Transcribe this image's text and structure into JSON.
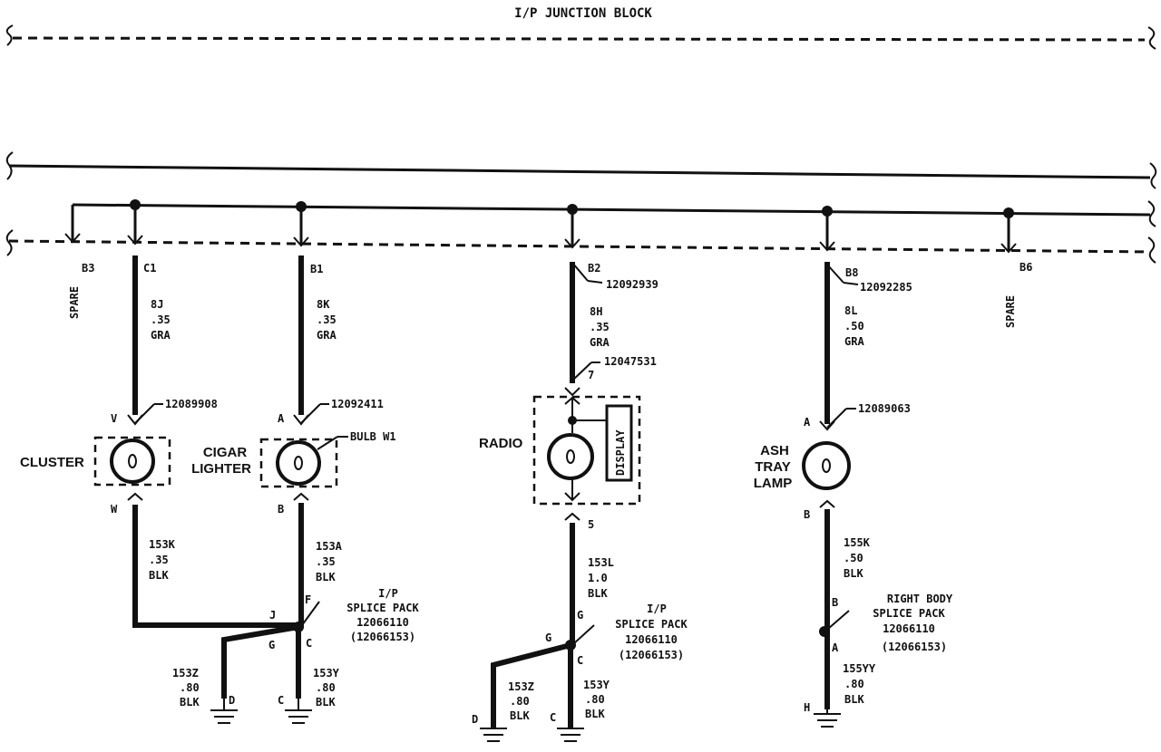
{
  "header": {
    "title": "I/P JUNCTION BLOCK"
  },
  "terminals": {
    "b3": "B3",
    "c1": "C1",
    "b1": "B1",
    "b2": "B2",
    "b8": "B8",
    "b6": "B6",
    "spare_left": "SPARE",
    "spare_right": "SPARE"
  },
  "part_numbers": {
    "b2_conn": "12092939",
    "b8_conn": "12092285",
    "radio_conn": "12047531",
    "cluster_conn": "12089908",
    "cigar_conn": "12092411",
    "ash_conn": "12089063"
  },
  "wires": {
    "c1": {
      "circuit": "8J",
      "gauge": ".35",
      "color": "GRA"
    },
    "b1": {
      "circuit": "8K",
      "gauge": ".35",
      "color": "GRA"
    },
    "b2": {
      "circuit": "8H",
      "gauge": ".35",
      "color": "GRA"
    },
    "b8": {
      "circuit": "8L",
      "gauge": ".50",
      "color": "GRA"
    },
    "cluster_out": {
      "circuit": "153K",
      "gauge": ".35",
      "color": "BLK"
    },
    "cigar_out": {
      "circuit": "153A",
      "gauge": ".35",
      "color": "BLK"
    },
    "radio_out": {
      "circuit": "153L",
      "gauge": "1.0",
      "color": "BLK"
    },
    "ash_out": {
      "circuit": "155K",
      "gauge": ".50",
      "color": "BLK"
    },
    "left_g_d": {
      "circuit": "153Z",
      "gauge": ".80",
      "color": "BLK"
    },
    "left_g_c": {
      "circuit": "153Y",
      "gauge": ".80",
      "color": "BLK"
    },
    "mid_g_d": {
      "circuit": "153Z",
      "gauge": ".80",
      "color": "BLK"
    },
    "mid_g_c": {
      "circuit": "153Y",
      "gauge": ".80",
      "color": "BLK"
    },
    "right_g": {
      "circuit": "155YY",
      "gauge": ".80",
      "color": "BLK"
    }
  },
  "components": {
    "cluster": {
      "label": "CLUSTER",
      "pin_in": "V",
      "pin_out": "W"
    },
    "cigar": {
      "label_line1": "CIGAR",
      "label_line2": "LIGHTER",
      "pin_in": "A",
      "pin_out": "B",
      "bulb": "BULB W1"
    },
    "radio": {
      "label": "RADIO",
      "display": "DISPLAY",
      "pin_in": "7",
      "pin_out": "5"
    },
    "ash": {
      "label_line1": "ASH",
      "label_line2": "TRAY",
      "label_line3": "LAMP",
      "pin_in": "A",
      "pin_out": "B"
    }
  },
  "splices": {
    "left": {
      "line1": "I/P",
      "line2": "SPLICE PACK",
      "line3": "12066110",
      "line4": "(12066153)",
      "pin_j": "J",
      "pin_f": "F",
      "pin_g": "G",
      "pin_c": "C"
    },
    "mid": {
      "line1": "I/P",
      "line2": "SPLICE PACK",
      "line3": "12066110",
      "line4": "(12066153)",
      "pin_g_top": "G",
      "pin_g": "G",
      "pin_c": "C"
    },
    "right": {
      "line1": "RIGHT BODY",
      "line2": "SPLICE PACK",
      "line3": "12066110",
      "line4": "(12066153)",
      "pin_b": "B",
      "pin_a": "A"
    }
  },
  "grounds": {
    "left_d": "D",
    "left_c": "C",
    "mid_d": "D",
    "mid_c": "C",
    "right_h": "H"
  }
}
